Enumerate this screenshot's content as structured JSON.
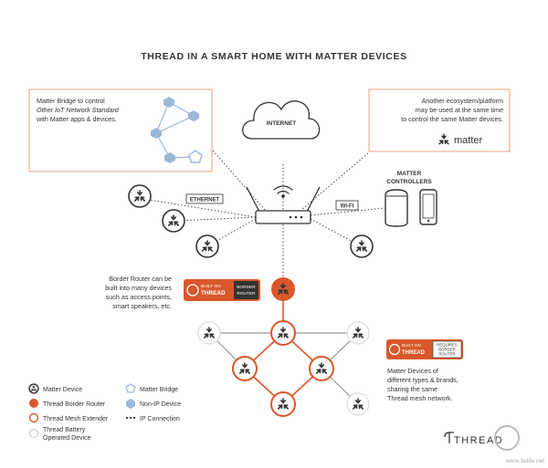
{
  "title": "THREAD IN A SMART HOME WITH MATTER DEVICES",
  "labels": {
    "internet": "INTERNET",
    "ethernet": "ETHERNET",
    "wifi": "WI-FI",
    "matter_controllers_line1": "MATTER",
    "matter_controllers_line2": "CONTROLLERS"
  },
  "callouts": {
    "bridge": {
      "line1": "Matter Bridge to control",
      "line2": "Other IoT Network Standard",
      "line3": "with Matter apps & devices."
    },
    "ecosystem": {
      "line1": "Another ecosystem/platform",
      "line2": "may be used at the same time",
      "line3": "to control the same Matter devices.",
      "logo_text": "matter"
    },
    "border_router": {
      "line1": "Border Router can be",
      "line2": "built into many devices",
      "line3": "such as access points,",
      "line4": "smart speakers, etc."
    },
    "matter_devices": {
      "line1": "Matter Devices of",
      "line2": "different types & brands,",
      "line3": "sharing the same",
      "line4": "Thread mesh network."
    }
  },
  "badges": {
    "built_on": "BUILT ON",
    "thread": "THREAD",
    "border_router_1": "BORDER",
    "border_router_2": "ROUTER",
    "requires_1": "REQUIRES",
    "requires_2": "BORDER",
    "requires_3": "ROUTER"
  },
  "legend": [
    {
      "label": "Matter Device",
      "symbol": "matter-device"
    },
    {
      "label": "Thread Border Router",
      "symbol": "border-router"
    },
    {
      "label": "Thread Mesh Extender",
      "symbol": "mesh-extender"
    },
    {
      "label": "Thread Battery",
      "label2": "Operated Device",
      "symbol": "battery-device"
    },
    {
      "label": "Matter Bridge",
      "symbol": "matter-bridge"
    },
    {
      "label": "Non-IP Device",
      "symbol": "non-ip-device"
    },
    {
      "label": "IP Connection",
      "symbol": "ip-connection"
    }
  ],
  "footer_logo": "THREAD",
  "watermark": "www.3elife.net",
  "colors": {
    "orange": "#d9582b",
    "bridge_blue": "#9db7d8",
    "callout_border": "#e8a07c",
    "dark": "#333333"
  }
}
